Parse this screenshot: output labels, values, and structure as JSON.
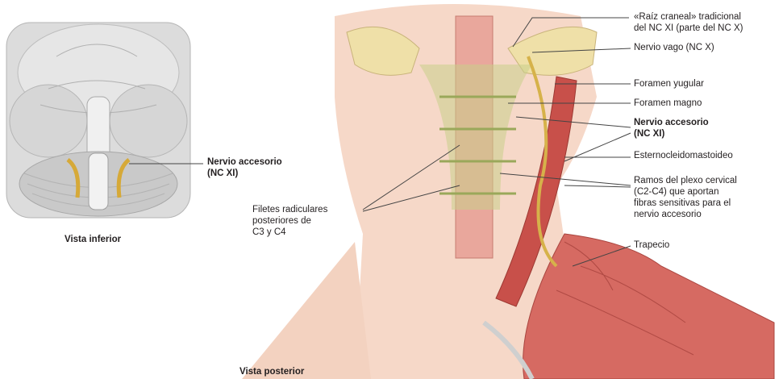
{
  "colors": {
    "skin": "#f6d8c8",
    "skin_shadow": "#e9bfa8",
    "muscle": "#c8504a",
    "muscle_light": "#e07c72",
    "nerve": "#d6b24a",
    "nerve_green": "#c8cf8a",
    "bone": "#efe0a8",
    "brain_gray": "#cfcfcf",
    "leader": "#444444"
  },
  "views": {
    "inferior": "Vista inferior",
    "posterior": "Vista posterior"
  },
  "labels": {
    "inferior_nerve": "Nervio accesorio\n(NC XI)",
    "cranial_root": "«Raíz craneal» tradicional\ndel NC XI (parte del NC X)",
    "vagus": "Nervio vago (NC X)",
    "jugular": "Foramen yugular",
    "magnum": "Foramen magno",
    "accessory": "Nervio accesorio\n(NC XI)",
    "scm": "Esternocleidomastoideo",
    "cervical": "Ramos del plexo cervical\n(C2-C4) que aportan\nfibras sensitivas para el\nnervio accesorio",
    "trapezius": "Trapecio",
    "rootlets": "Filetes radiculares\nposteriores de\nC3 y C4"
  }
}
